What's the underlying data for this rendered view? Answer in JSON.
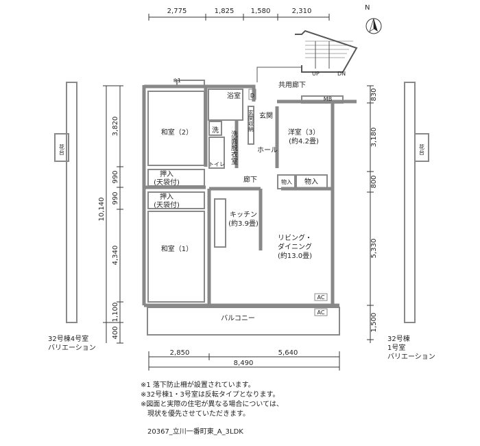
{
  "dimensions": {
    "top": [
      "2,775",
      "1,825",
      "1,580",
      "2,310"
    ],
    "left_total": "10,140",
    "left": [
      "3,820",
      "990",
      "990",
      "4,340",
      "1,100",
      "400"
    ],
    "right": [
      "830",
      "3,180",
      "800",
      "5,330",
      "1,500"
    ],
    "bottom": [
      "2,850",
      "5,640"
    ],
    "bottom_total": "8,490"
  },
  "compass": "N",
  "rooms": {
    "washitsu2": "和室（2）",
    "bath": "浴室",
    "wash": "洗",
    "washroom": "洗面脱衣室",
    "toilet": "トイレ",
    "entrance_storage": "玄関収納",
    "entrance": "玄関",
    "hall": "ホール",
    "corridor": "廊下",
    "common_corridor": "共用廊下",
    "mb": "MB",
    "d": "D",
    "youshitsu3": "洋室（3）",
    "youshitsu3_size": "(約4.2畳)",
    "storage_small": "物入",
    "storage": "物入",
    "oshiire1": "押入",
    "oshiire1_sub": "(天袋付)",
    "oshiire2": "押入",
    "oshiire2_sub": "(天袋付)",
    "kitchen": "キッチン",
    "kitchen_size": "(約3.9畳)",
    "washitsu1": "和室（1）",
    "living1": "リビング・",
    "living2": "ダイニング",
    "living_size": "(約13.0畳)",
    "balcony": "バルコニー",
    "ac1": "AC",
    "ac2": "AC",
    "up": "UP",
    "dn": "DN",
    "mark1": "※1",
    "kadai_left": "花台",
    "kadai_right": "花台"
  },
  "variations": {
    "left": [
      "32号棟4号室",
      "バリエーション"
    ],
    "right": [
      "32号棟",
      "1号室",
      "バリエーション"
    ]
  },
  "notes": [
    "※1 落下防止柵が設置されています。",
    "※32号棟1・3号室は反転タイプとなります。",
    "※図面と実際の住宅が異なる場合については、",
    "　現状を優先させていただきます。"
  ],
  "plan_id": "20367_立川一番町東_A_3LDK"
}
